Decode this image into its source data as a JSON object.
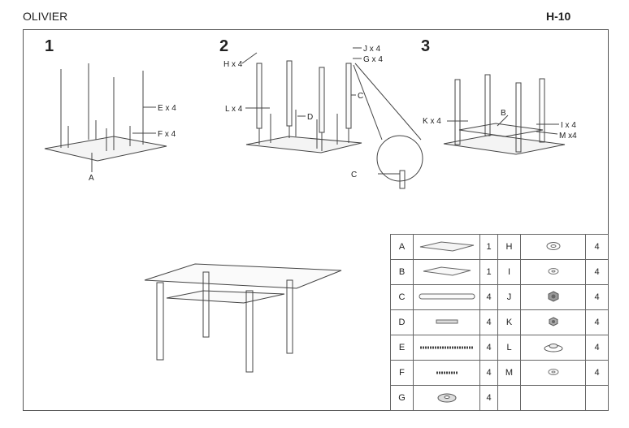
{
  "header": {
    "title": "OLIVIER",
    "code": "H-10"
  },
  "steps": [
    {
      "number": "1",
      "labels": [
        "E x 4",
        "F x 4",
        "A"
      ]
    },
    {
      "number": "2",
      "labels": [
        "H x 4",
        "J x 4",
        "G x 4",
        "L x 4",
        "D",
        "C",
        "C"
      ]
    },
    {
      "number": "3",
      "labels": [
        "K x 4",
        "B",
        "I x 4",
        "M x4"
      ]
    }
  ],
  "parts": [
    {
      "left": {
        "letter": "A",
        "qty": "1",
        "icon": "glass-top-icon"
      },
      "right": {
        "letter": "H",
        "qty": "4",
        "icon": "washer-icon"
      }
    },
    {
      "left": {
        "letter": "B",
        "qty": "1",
        "icon": "glass-shelf-icon"
      },
      "right": {
        "letter": "I",
        "qty": "4",
        "icon": "small-washer-icon"
      }
    },
    {
      "left": {
        "letter": "C",
        "qty": "4",
        "icon": "leg-tube-icon"
      },
      "right": {
        "letter": "J",
        "qty": "4",
        "icon": "nut-icon"
      }
    },
    {
      "left": {
        "letter": "D",
        "qty": "4",
        "icon": "connector-icon"
      },
      "right": {
        "letter": "K",
        "qty": "4",
        "icon": "small-nut-icon"
      }
    },
    {
      "left": {
        "letter": "E",
        "qty": "4",
        "icon": "long-threaded-rod-icon"
      },
      "right": {
        "letter": "L",
        "qty": "4",
        "icon": "cap-washer-icon"
      }
    },
    {
      "left": {
        "letter": "F",
        "qty": "4",
        "icon": "short-threaded-rod-icon"
      },
      "right": {
        "letter": "M",
        "qty": "4",
        "icon": "small-washer-icon"
      }
    },
    {
      "left": {
        "letter": "G",
        "qty": "4",
        "icon": "rubber-pad-icon"
      },
      "right": {
        "letter": "",
        "qty": "",
        "icon": ""
      }
    }
  ]
}
